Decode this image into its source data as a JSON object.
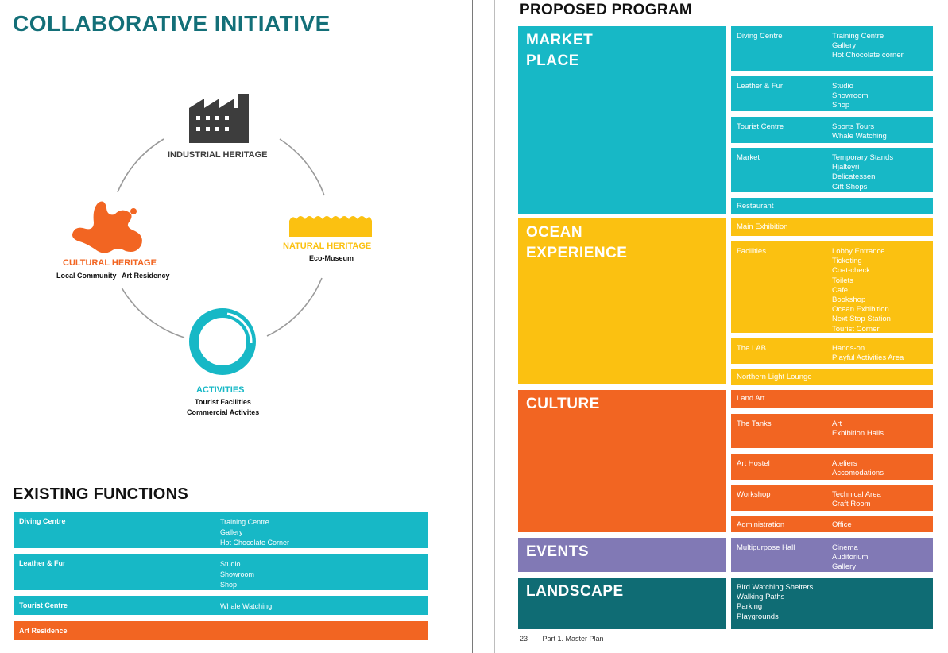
{
  "left": {
    "title": "COLLABORATIVE INITIATIVE",
    "industrial": {
      "label": "INDUSTRIAL HERITAGE",
      "color": "#3d3d3d"
    },
    "natural": {
      "label": "NATURAL HERITAGE",
      "sub": "Eco-Museum",
      "color": "#fbc111"
    },
    "cultural": {
      "label": "CULTURAL HERITAGE",
      "sub1": "Local Community",
      "sub2": "Art Residency",
      "color": "#f26522"
    },
    "activities": {
      "label": "ACTIVITIES",
      "sub1": "Tourist Facilities",
      "sub2": "Commercial Activites",
      "color": "#17b8c6"
    }
  },
  "existing": {
    "title": "EXISTING FUNCTIONS",
    "rows": [
      {
        "name": "Diving Centre",
        "items": [
          "Training Centre",
          "Gallery",
          "Hot Chocolate Corner"
        ],
        "color": "#17b8c6"
      },
      {
        "name": "Leather & Fur",
        "items": [
          "Studio",
          "Showroom",
          "Shop"
        ],
        "color": "#17b8c6"
      },
      {
        "name": "Tourist Centre",
        "items": [
          "Whale Watching"
        ],
        "color": "#17b8c6"
      },
      {
        "name": "Art Residence",
        "items": [],
        "color": "#f26522"
      }
    ]
  },
  "program": {
    "title": "PROPOSED PROGRAM",
    "market": {
      "line1": "MARKET",
      "line2": "PLACE",
      "subs": [
        {
          "name": "Diving Centre",
          "items": [
            "Training Centre",
            "Gallery",
            "Hot Chocolate corner"
          ]
        },
        {
          "name": "Leather & Fur",
          "items": [
            "Studio",
            "Showroom",
            "Shop"
          ]
        },
        {
          "name": "Tourist Centre",
          "items": [
            "Sports Tours",
            "Whale Watching"
          ]
        },
        {
          "name": "Market",
          "items": [
            "Temporary Stands",
            "Hjalteyri",
            "Delicatessen",
            "Gift Shops"
          ]
        },
        {
          "name": "Restaurant",
          "items": []
        }
      ]
    },
    "ocean": {
      "line1": "OCEAN",
      "line2": "EXPERIENCE",
      "subs": [
        {
          "name": "Main Exhibition",
          "items": []
        },
        {
          "name": "Facilities",
          "items": [
            "Lobby Entrance",
            "Ticketing",
            "Coat-check",
            "Toilets",
            "Cafe",
            "Bookshop",
            "Ocean Exhibition",
            "Next Stop Station",
            "Tourist Corner"
          ]
        },
        {
          "name": "The LAB",
          "items": [
            "Hands-on",
            "Playful Activities Area"
          ]
        },
        {
          "name": "Northern Light Lounge",
          "items": []
        }
      ]
    },
    "culture": {
      "line1": "CULTURE",
      "subs": [
        {
          "name": "Land Art",
          "items": []
        },
        {
          "name": "The Tanks",
          "items": [
            "Art",
            "Exhibition Halls"
          ]
        },
        {
          "name": "Art Hostel",
          "items": [
            "Ateliers",
            "Accomodations"
          ]
        },
        {
          "name": "Workshop",
          "items": [
            "Technical Area",
            "Craft Room"
          ]
        },
        {
          "name": "Administration",
          "items": [
            "Office"
          ]
        }
      ]
    },
    "events": {
      "line1": "EVENTS",
      "subs": [
        {
          "name": "Multipurpose Hall",
          "items": [
            "Cinema",
            "Auditorium",
            "Gallery"
          ]
        }
      ]
    },
    "landscape": {
      "line1": "LANDSCAPE",
      "items": [
        "Bird Watching Shelters",
        "Walking Paths",
        "Parking",
        "Playgrounds"
      ]
    }
  },
  "footer": {
    "page": "23",
    "section": "Part 1. Master Plan"
  }
}
